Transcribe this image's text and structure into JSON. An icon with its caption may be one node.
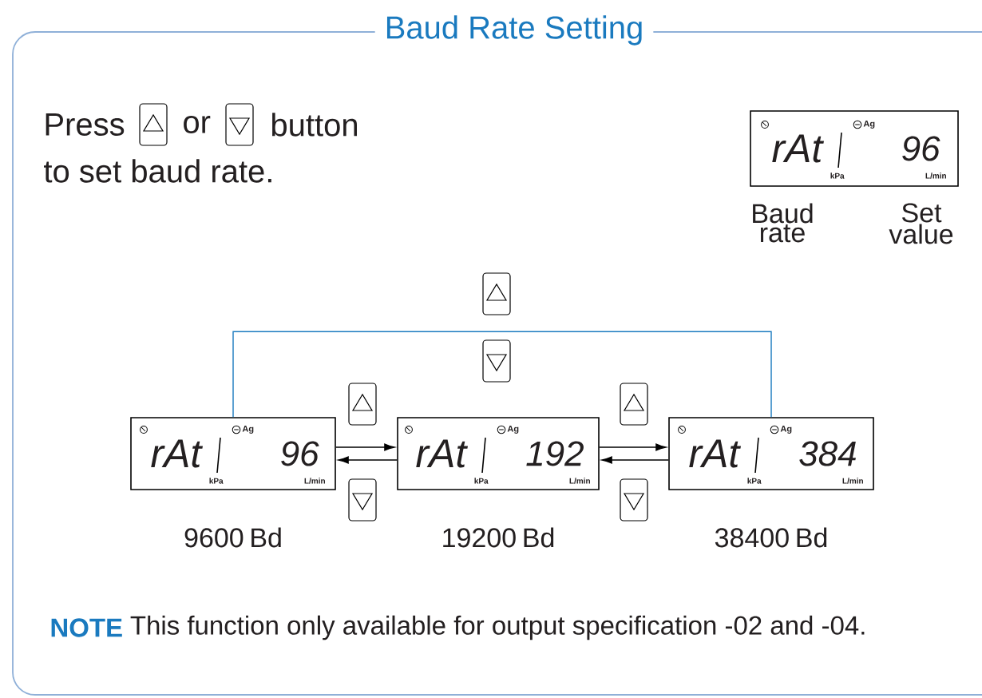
{
  "diagram": {
    "title": "Baud Rate Setting",
    "nodes": [
      {
        "text": [
          "Ag",
          "rAt",
          "96",
          "kPa",
          "L/min"
        ],
        "beside": [
          "Baud rate",
          "Set value"
        ]
      },
      {
        "text": [
          "Ag",
          "rAt",
          "96",
          "kPa",
          "L/min"
        ],
        "beside": [
          "9600 Bd"
        ]
      },
      {
        "text": [
          "Ag",
          "rAt",
          "192",
          "kPa",
          "L/min"
        ],
        "beside": [
          "19200 Bd"
        ]
      },
      {
        "text": [
          "Ag",
          "rAt",
          "384",
          "kPa",
          "L/min"
        ],
        "beside": [
          "38400 Bd"
        ]
      }
    ],
    "edges": [
      {
        "from": 1,
        "to": 2,
        "arrow": "to"
      },
      {
        "from": 2,
        "to": 1,
        "arrow": "to"
      },
      {
        "from": 2,
        "to": 3,
        "arrow": "to"
      },
      {
        "from": 3,
        "to": 2,
        "arrow": "to"
      },
      {
        "from": 1,
        "to": 3,
        "arrow": "none",
        "color": "#1a7abf"
      }
    ],
    "labels": [
      "Press",
      "or",
      "button",
      "to set baud rate.",
      "NOTE",
      "This function only available for output specification -02 and -04."
    ]
  }
}
